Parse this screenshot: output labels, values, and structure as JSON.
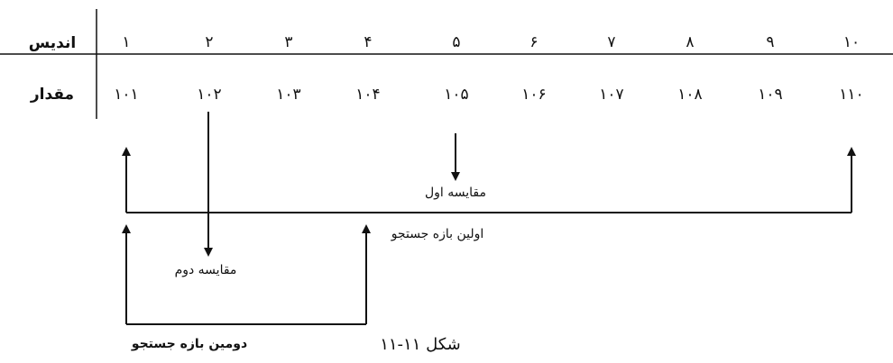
{
  "table": {
    "row1_label": "اندیس",
    "row2_label": "مقدار",
    "indices": [
      "۱",
      "۲",
      "۳",
      "۴",
      "۵",
      "۶",
      "۷",
      "۸",
      "۹",
      "۱۰"
    ],
    "values": [
      "۱۰۱",
      "۱۰۲",
      "۱۰۳",
      "۱۰۴",
      "۱۰۵",
      "۱۰۶",
      "۱۰۷",
      "۱۰۸",
      "۱۰۹",
      "۱۱۰"
    ]
  },
  "labels": {
    "first_comparison": "مقایسه اول",
    "first_range": "اولین بازه جستجو",
    "second_comparison": "مقایسه دوم",
    "second_range": "دومین بازه جستجو"
  },
  "caption": "شکل ۱۱-۱۱"
}
